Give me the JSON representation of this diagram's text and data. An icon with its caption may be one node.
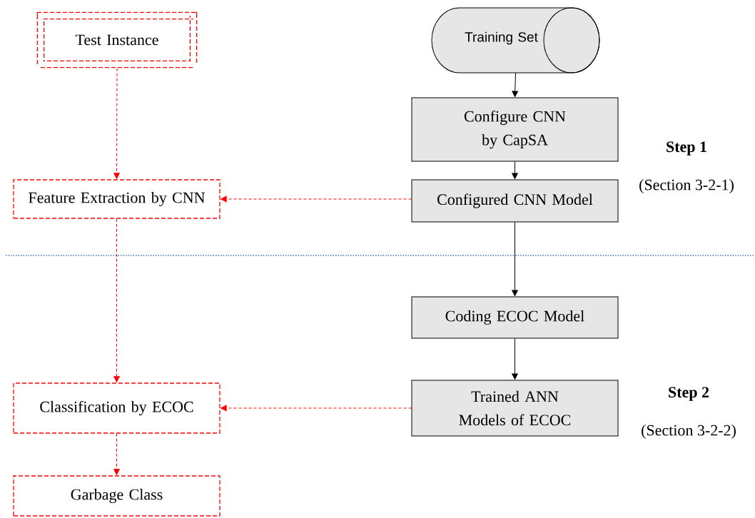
{
  "diagram": {
    "nodes": [
      {
        "text": [
          "Test Instance"
        ]
      },
      {
        "text": [
          "Feature Extraction by CNN"
        ]
      },
      {
        "text": [
          "Classification by ECOC"
        ]
      },
      {
        "text": [
          "Garbage Class"
        ]
      },
      {
        "text": [
          "Training Set"
        ]
      },
      {
        "text": [
          "Configure CNN by CapSA"
        ]
      },
      {
        "text": [
          "Configured CNN Model"
        ]
      },
      {
        "text": [
          "Coding ECOC Model"
        ]
      },
      {
        "text": [
          "Trained ANN Models of ECOC"
        ]
      }
    ],
    "edges": [
      {
        "from": 0,
        "to": 1,
        "arrow": "to",
        "style": "dashed"
      },
      {
        "from": 1,
        "to": 2,
        "arrow": "to",
        "style": "dashed"
      },
      {
        "from": 2,
        "to": 3,
        "arrow": "to",
        "style": "dashed"
      },
      {
        "from": 4,
        "to": 5,
        "arrow": "to",
        "color": "#000000"
      },
      {
        "from": 5,
        "to": 6,
        "arrow": "to",
        "color": "#000000"
      },
      {
        "from": 6,
        "to": 7,
        "arrow": "to",
        "color": "#000000"
      },
      {
        "from": 7,
        "to": 8,
        "arrow": "to",
        "color": "#000000"
      },
      {
        "from": 6,
        "to": 1,
        "arrow": "to",
        "style": "dashed"
      },
      {
        "from": 8,
        "to": 2,
        "arrow": "to",
        "style": "dashed"
      }
    ],
    "labels": [
      "Step 1",
      "(Section 3-2-1)",
      "Step 2",
      "(Section 3-2-2)"
    ]
  }
}
